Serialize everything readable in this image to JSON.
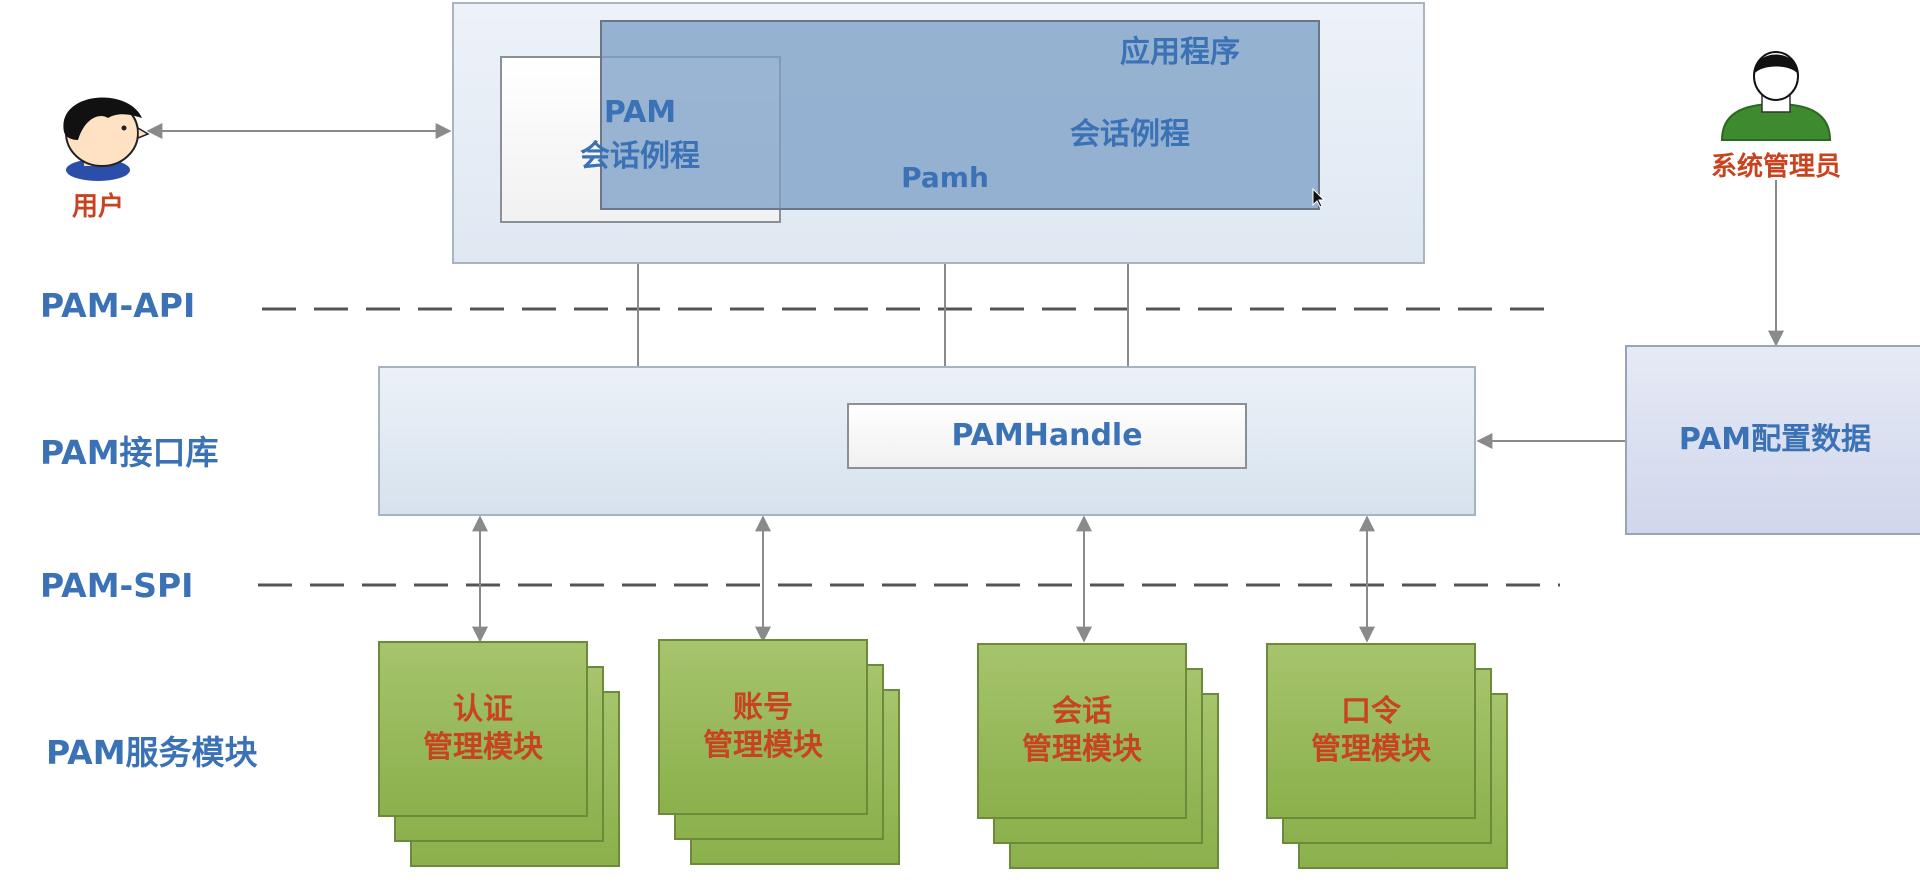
{
  "layers": {
    "api": "PAM-API",
    "library": "PAM接口库",
    "spi": "PAM-SPI",
    "modules": "PAM服务模块"
  },
  "actors": {
    "user": "用户",
    "admin": "系统管理员"
  },
  "application": {
    "title": "应用程序",
    "pam_routine_line1": "PAM",
    "pam_routine_line2": "会话例程",
    "pamh": "Pamh",
    "session_routine": "会话例程"
  },
  "library": {
    "handle": "PAMHandle"
  },
  "config": {
    "label": "PAM配置数据"
  },
  "modules": [
    {
      "line1": "认证",
      "line2": "管理模块"
    },
    {
      "line1": "账号",
      "line2": "管理模块"
    },
    {
      "line1": "会话",
      "line2": "管理模块"
    },
    {
      "line1": "口令",
      "line2": "管理模块"
    }
  ],
  "colors": {
    "label_blue": "#3a72b5",
    "label_orange": "#c8431f",
    "module_green": "#94b657",
    "app_blue": "#7ea0c6"
  }
}
